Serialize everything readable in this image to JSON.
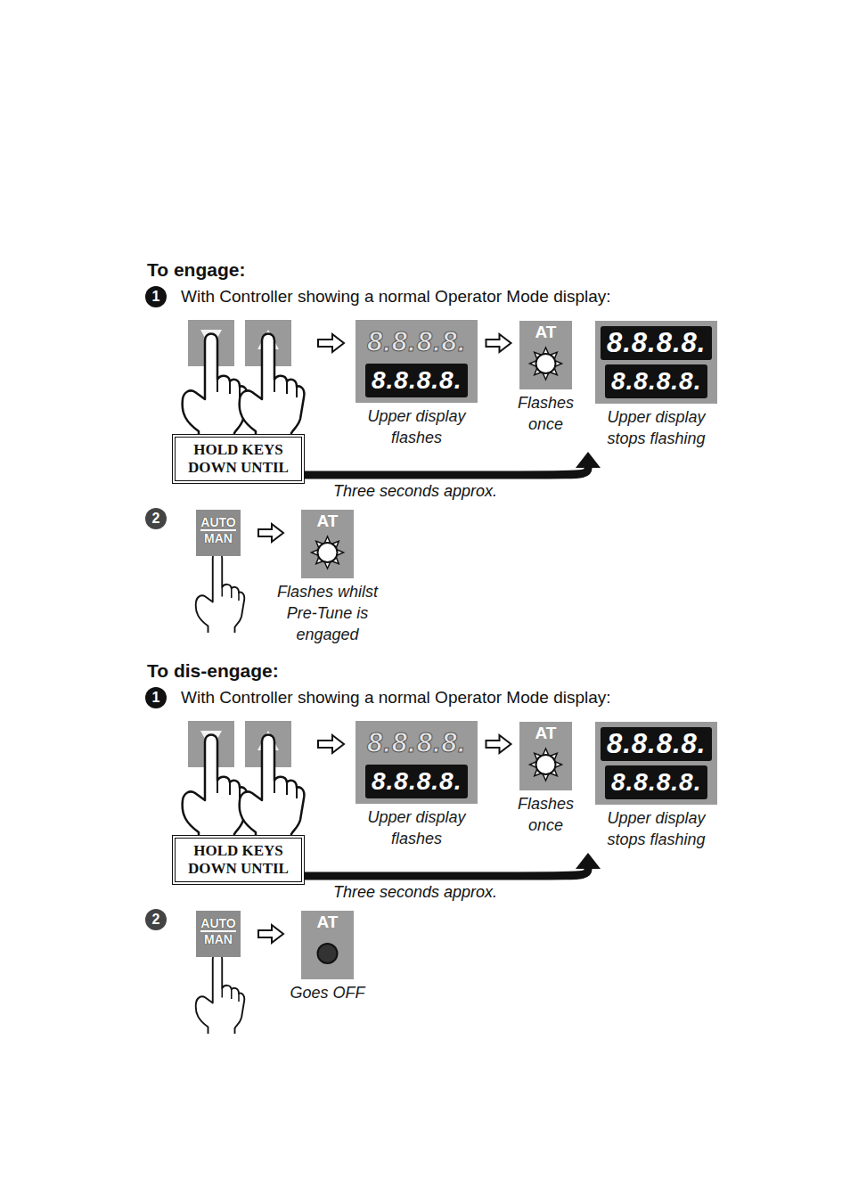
{
  "diagram": {
    "nodes": [
      {
        "text": [
          "8.8.8.8.",
          "8.8.8.8.",
          "Upper display flashes"
        ]
      },
      {
        "text": [
          "AT",
          "Flashes once"
        ]
      },
      {
        "text": [
          "8.8.8.8.",
          "8.8.8.8.",
          "Upper display stops flashing"
        ]
      },
      {
        "text": [
          "HOLD KEYS DOWN UNTIL"
        ]
      },
      {
        "text": [
          "AUTO",
          "MAN"
        ]
      },
      {
        "text": [
          "AT",
          "Flashes whilst Pre-Tune is engaged"
        ]
      },
      {
        "text": [
          "8.8.8.8.",
          "8.8.8.8.",
          "Upper display flashes"
        ]
      },
      {
        "text": [
          "AT",
          "Flashes once"
        ]
      },
      {
        "text": [
          "8.8.8.8.",
          "8.8.8.8.",
          "Upper display stops flashing"
        ]
      },
      {
        "text": [
          "HOLD KEYS DOWN UNTIL"
        ]
      },
      {
        "text": [
          "AUTO",
          "MAN"
        ]
      },
      {
        "text": [
          "AT",
          "Goes OFF"
        ]
      }
    ],
    "edges": [
      {
        "from": 0,
        "to": 1,
        "arrow": "to"
      },
      {
        "from": 3,
        "to": 2,
        "label": "Three seconds approx.",
        "arrow": "to"
      },
      {
        "from": 4,
        "to": 5,
        "arrow": "to"
      },
      {
        "from": 6,
        "to": 7,
        "arrow": "to"
      },
      {
        "from": 9,
        "to": 8,
        "label": "Three seconds approx.",
        "arrow": "to"
      },
      {
        "from": 10,
        "to": 11,
        "arrow": "to"
      }
    ],
    "labels": [
      "To engage:",
      "1",
      "With Controller showing a normal Operator Mode display:",
      "2",
      "To dis-engage:",
      "1",
      "With Controller showing a normal Operator Mode display:",
      "2"
    ]
  }
}
